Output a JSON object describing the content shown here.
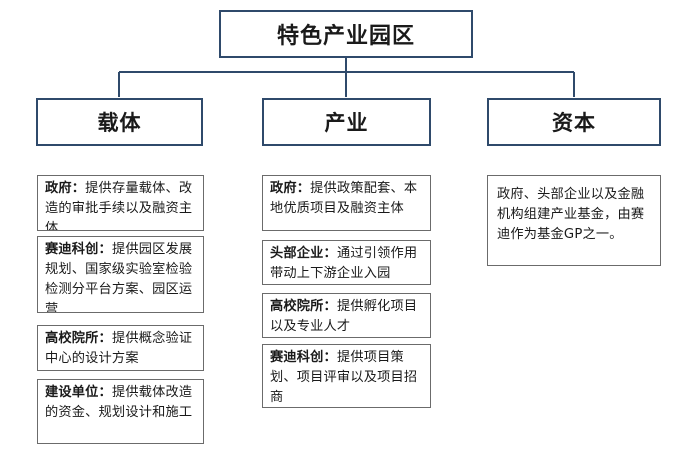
{
  "root": {
    "title": "特色产业园区"
  },
  "categories": [
    {
      "name": "载体"
    },
    {
      "name": "产业"
    },
    {
      "name": "资本"
    }
  ],
  "carrier_items": [
    {
      "label": "政府：",
      "text": "提供存量载体、改造的审批手续以及融资主体"
    },
    {
      "label": "赛迪科创：",
      "text": "提供园区发展规划、国家级实验室检验检测分平台方案、园区运营"
    },
    {
      "label": "高校院所：",
      "text": "提供概念验证中心的设计方案"
    },
    {
      "label": "建设单位：",
      "text": "提供载体改造的资金、规划设计和施工"
    }
  ],
  "industry_items": [
    {
      "label": "政府：",
      "text": "提供政策配套、本地优质项目及融资主体"
    },
    {
      "label": "头部企业：",
      "text": "通过引领作用带动上下游企业入园"
    },
    {
      "label": "高校院所：",
      "text": "提供孵化项目以及专业人才"
    },
    {
      "label": "赛迪科创：",
      "text": "提供项目策划、项目评审以及项目招商"
    }
  ],
  "capital": {
    "text": "政府、头部企业以及金融机构组建产业基金，由赛迪作为基金GP之一。"
  },
  "colors": {
    "header_border": "#2f4a6b",
    "item_border": "#6b6b6b",
    "connector": "#2f4a6b"
  }
}
